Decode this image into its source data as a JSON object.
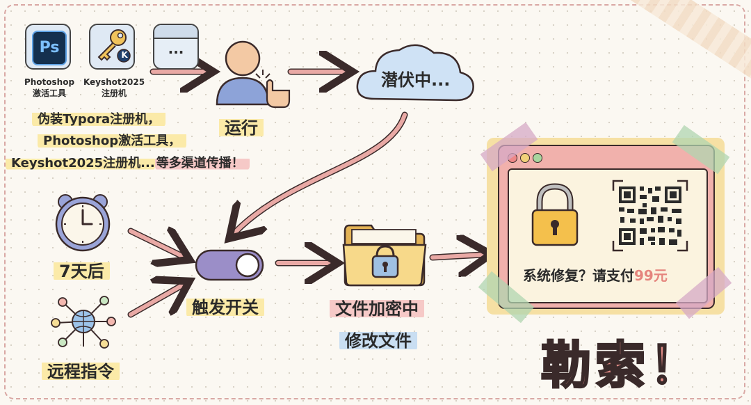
{
  "apps": [
    {
      "name": "Photoshop",
      "label_line1": "Photoshop",
      "label_line2": "激活工具",
      "glyph": "Ps"
    },
    {
      "name": "Keyshot2025",
      "label_line1": "Keyshot2025",
      "label_line2": "注册机",
      "glyph": "K"
    },
    {
      "name": "more",
      "glyph": "..."
    }
  ],
  "spread_text": {
    "line1": "伪装Typora注册机，",
    "line2": "Photoshop激活工具，",
    "line3_part1": "Keyshot2025注册机...",
    "line3_part2": "等多渠道传播！"
  },
  "run_label": "运行",
  "cloud_label": "潜伏中...",
  "timer_label": "7天后",
  "remote_label": "远程指令",
  "switch_label": "触发开关",
  "encrypt_label": "文件加密中",
  "modify_label": "修改文件",
  "ransom_window": {
    "message": "系统修复？请支付99元",
    "message_part1": "系统修复？请支付",
    "message_amount": "99元"
  },
  "ransom_title": "勒索！",
  "colors": {
    "pink_arrow": "#e9a9a5",
    "highlight_yellow": "#fbeaa8",
    "highlight_pink": "#f6c9c7",
    "highlight_blue": "#c9def2",
    "ransom_red": "#e28b86"
  },
  "icons": [
    "photoshop-icon",
    "key-icon",
    "ellipsis-icon",
    "user-click-icon",
    "cloud-icon",
    "clock-icon",
    "network-icon",
    "toggle-switch-icon",
    "locked-folder-icon",
    "padlock-icon",
    "qr-code-icon"
  ]
}
